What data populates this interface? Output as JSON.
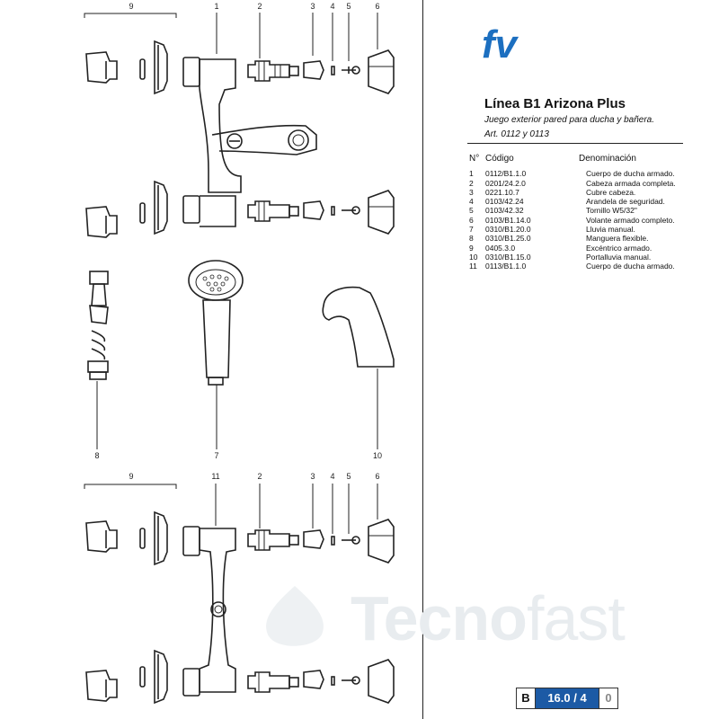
{
  "brand": {
    "logo_text": "fv",
    "brand_color": "#1c6fc0"
  },
  "title": "Línea B1 Arizona Plus",
  "subtitle": "Juego exterior pared para ducha y bañera.",
  "article": "Art. 0112 y 0113",
  "parts_header": {
    "num": "N°",
    "code": "Código",
    "name": "Denominación"
  },
  "parts": [
    {
      "n": "1",
      "code": "0112/B1.1.0",
      "name": "Cuerpo de ducha armado."
    },
    {
      "n": "2",
      "code": "0201/24.2.0",
      "name": "Cabeza armada completa."
    },
    {
      "n": "3",
      "code": "0221.10.7",
      "name": "Cubre cabeza."
    },
    {
      "n": "4",
      "code": "0103/42.24",
      "name": "Arandela de seguridad."
    },
    {
      "n": "5",
      "code": "0103/42.32",
      "name": "Tornillo W5/32\""
    },
    {
      "n": "6",
      "code": "0103/B1.14.0",
      "name": "Volante armado completo."
    },
    {
      "n": "7",
      "code": "0310/B1.20.0",
      "name": "Lluvia manual."
    },
    {
      "n": "8",
      "code": "0310/B1.25.0",
      "name": "Manguera flexible."
    },
    {
      "n": "9",
      "code": "0405.3.0",
      "name": "Excéntrico armado."
    },
    {
      "n": "10",
      "code": "0310/B1.15.0",
      "name": "Portalluvia manual."
    },
    {
      "n": "11",
      "code": "0113/B1.1.0",
      "name": "Cuerpo de ducha armado."
    }
  ],
  "callouts_top": [
    "9",
    "1",
    "2",
    "3",
    "4",
    "5",
    "6"
  ],
  "callouts_middle": [
    "8",
    "7",
    "10"
  ],
  "callouts_bottom": [
    "9",
    "11",
    "2",
    "3",
    "4",
    "5",
    "6"
  ],
  "watermark": {
    "bold": "Tecno",
    "light": "fast"
  },
  "page_code": {
    "section": "B",
    "number": "16.0 / 4",
    "rev": "0"
  }
}
